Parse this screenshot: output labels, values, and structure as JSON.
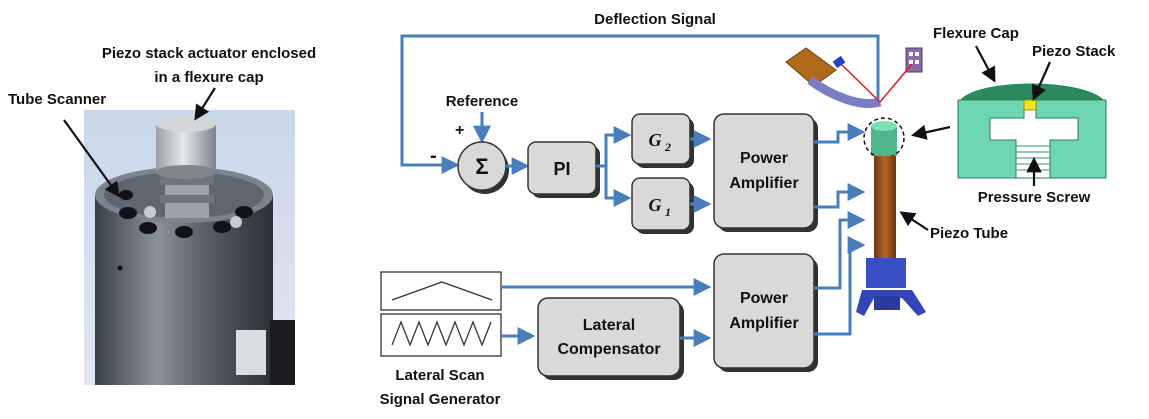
{
  "photo_labels": {
    "piezo_stack_line1": "Piezo stack actuator enclosed",
    "piezo_stack_line2": "in a flexure cap",
    "tube_scanner": "Tube Scanner"
  },
  "block_diagram": {
    "deflection_signal": "Deflection Signal",
    "reference": "Reference",
    "plus_sign": "+",
    "minus_sign": "-",
    "sum_symbol": "Σ",
    "pi_block": "PI",
    "g2_symbol": "G",
    "g2_subscript": "2",
    "g1_symbol": "G",
    "g1_subscript": "1",
    "power_amp_top_line1": "Power",
    "power_amp_top_line2": "Amplifier",
    "power_amp_bottom_line1": "Power",
    "power_amp_bottom_line2": "Amplifier",
    "lateral_comp_line1": "Lateral",
    "lateral_comp_line2": "Compensator",
    "scan_gen_line1": "Lateral Scan",
    "scan_gen_line2": "Signal Generator"
  },
  "scanner_labels": {
    "piezo_tube": "Piezo Tube",
    "flexure_cap": "Flexure Cap",
    "piezo_stack": "Piezo Stack",
    "pressure_screw": "Pressure Screw"
  },
  "colors": {
    "arrow_blue": "#4a7ebb",
    "block_fill": "#d9d9d9",
    "block_stroke": "#333333",
    "cap_teal": "#6fd6b4",
    "tube_brown": "#a0562a",
    "stand_blue": "#3b4fc4"
  }
}
